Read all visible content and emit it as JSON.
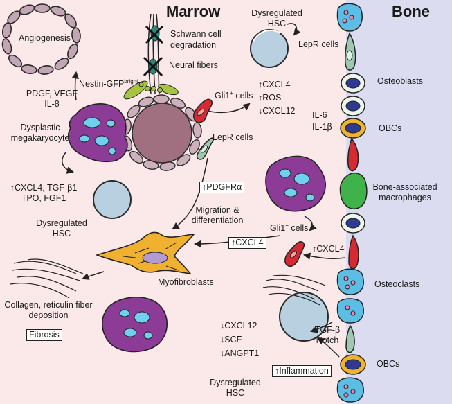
{
  "titles": {
    "marrow": "Marrow",
    "bone": "Bone"
  },
  "labels": {
    "angiogenesis": "Angiogenesis",
    "schwann": [
      "Schwann cell",
      "degradation"
    ],
    "neural_fibers": "Neural fibers",
    "dysregulated_hsc_top": [
      "Dysregulated",
      "HSC"
    ],
    "lepr_cells_bone": "LepR cells",
    "osteoblasts": "Osteoblasts",
    "nestin": "Nestin-GFP",
    "nestin_sup": "bright",
    "pdgf": [
      "PDGF, VEGF",
      "IL-8"
    ],
    "gli1_top": "Gli1",
    "gli1_top_suffix": " cells",
    "gli1_sup": "+",
    "top_hsc_changes": [
      "↑CXCL4",
      "↑ROS",
      "↓CXCL12"
    ],
    "il": [
      "IL-6",
      "IL-1β"
    ],
    "obcs_top": "OBCs",
    "dysplastic_mk": [
      "Dysplastic",
      "megakaryocyte"
    ],
    "lepr_cells_marrow": "LepR cells",
    "cxcl4_tgf": [
      "↑CXCL4, TGF-β1",
      "TPO, FGF1"
    ],
    "pdgfra": "↑PDGFRα",
    "bone_macrophages": [
      "Bone-associated",
      "macrophages"
    ],
    "dysregulated_hsc_mid": [
      "Dysregulated",
      "HSC"
    ],
    "migration": [
      "Migration &",
      "differentiation"
    ],
    "gli1_mid": "Gli1",
    "gli1_mid_suffix": " cells",
    "cxcl4_box": "↑CXCL4",
    "cxcl4_arrow": "↑CXCL4",
    "myofibroblasts": "Myofibroblasts",
    "osteoclasts": "Osteoclasts",
    "collagen": [
      "Collagen, reticulin fiber",
      "deposition"
    ],
    "fibrosis": "Fibrosis",
    "bottom_hsc_changes": [
      "↓CXCL12",
      "↓SCF",
      "↓ANGPT1"
    ],
    "tgf_notch": [
      "TGF-β",
      "Notch"
    ],
    "obcs_bottom": "OBCs",
    "inflammation": "↑Inflammation",
    "dysregulated_hsc_bottom": [
      "Dysregulated",
      "HSC"
    ]
  },
  "colors": {
    "background": "#fbe9e9",
    "bone_zone": "#dcdcf0",
    "megakaryocyte": "#8c3c96",
    "nucleus": "#6fd0ef",
    "hsc": "#b8d0e0",
    "vessel": "#a07080",
    "myofibroblast": "#f0b030",
    "gli1_cell": "#d52a32",
    "lepr_cell": "#9ec8b0",
    "macrophage": "#3fb24a",
    "osteoclast": "#5cbde5",
    "obc": "#f0b42a",
    "nerve": "#2a8a7a",
    "nestin_cell": "#a6c43c"
  }
}
